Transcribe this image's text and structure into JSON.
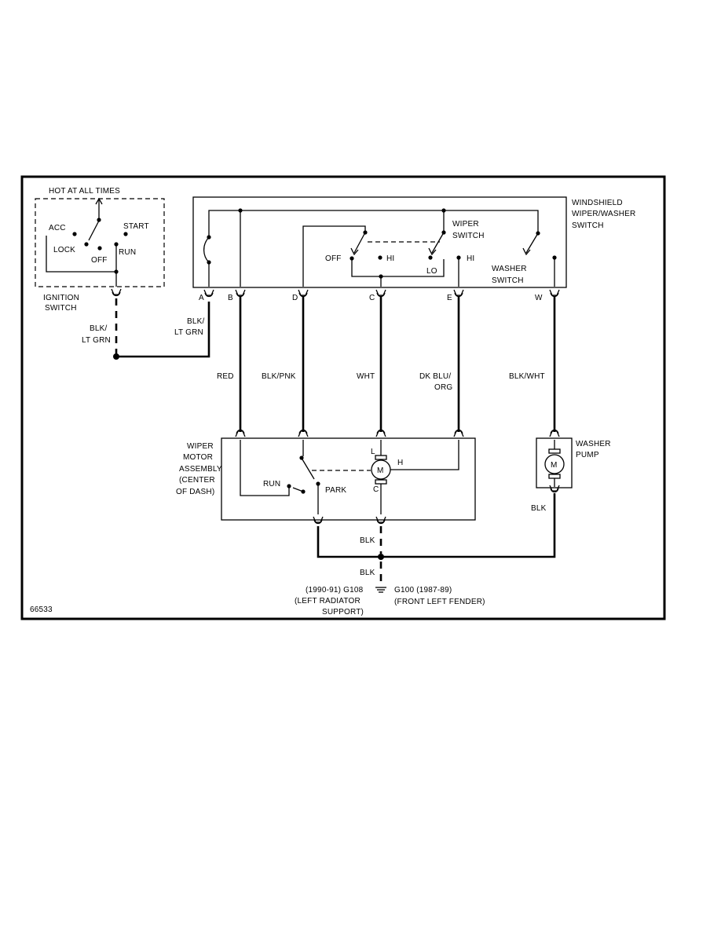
{
  "diagram_id": "66533",
  "ignition": {
    "header": "HOT AT ALL TIMES",
    "acc": "ACC",
    "start": "START",
    "lock": "LOCK",
    "off": "OFF",
    "run": "RUN",
    "name_line1": "IGNITION",
    "name_line2": "SWITCH"
  },
  "switch_assembly": {
    "name_line1": "WINDSHIELD",
    "name_line2": "WIPER/WASHER",
    "name_line3": "SWITCH",
    "wiper_line1": "WIPER",
    "wiper_line2": "SWITCH",
    "washer_line1": "WASHER",
    "washer_line2": "SWITCH",
    "off": "OFF",
    "hi_left": "HI",
    "lo": "LO",
    "hi_right": "HI",
    "pins": [
      "A",
      "B",
      "D",
      "C",
      "E",
      "W"
    ]
  },
  "wires": {
    "a_line1": "BLK/",
    "a_line2": "LT GRN",
    "ign_line1": "BLK/",
    "ign_line2": "LT GRN",
    "b": "RED",
    "d": "BLK/PNK",
    "c": "WHT",
    "e_line1": "DK BLU/",
    "e_line2": "ORG",
    "w": "BLK/WHT"
  },
  "motor": {
    "name_line1": "WIPER",
    "name_line2": "MOTOR",
    "name_line3": "ASSEMBLY",
    "name_line4": "(CENTER",
    "name_line5": "OF DASH)",
    "run": "RUN",
    "park": "PARK",
    "l": "L",
    "h": "H",
    "c": "C",
    "m": "M"
  },
  "pump": {
    "name_line1": "WASHER",
    "name_line2": "PUMP",
    "m": "M",
    "blk": "BLK"
  },
  "ground": {
    "blk_upper": "BLK",
    "blk_lower": "BLK",
    "left_line1": "(1990-91) G108",
    "left_line2": "(LEFT RADIATOR",
    "left_line3": "SUPPORT)",
    "right_line1": "G100 (1987-89)",
    "right_line2": "(FRONT LEFT FENDER)"
  }
}
